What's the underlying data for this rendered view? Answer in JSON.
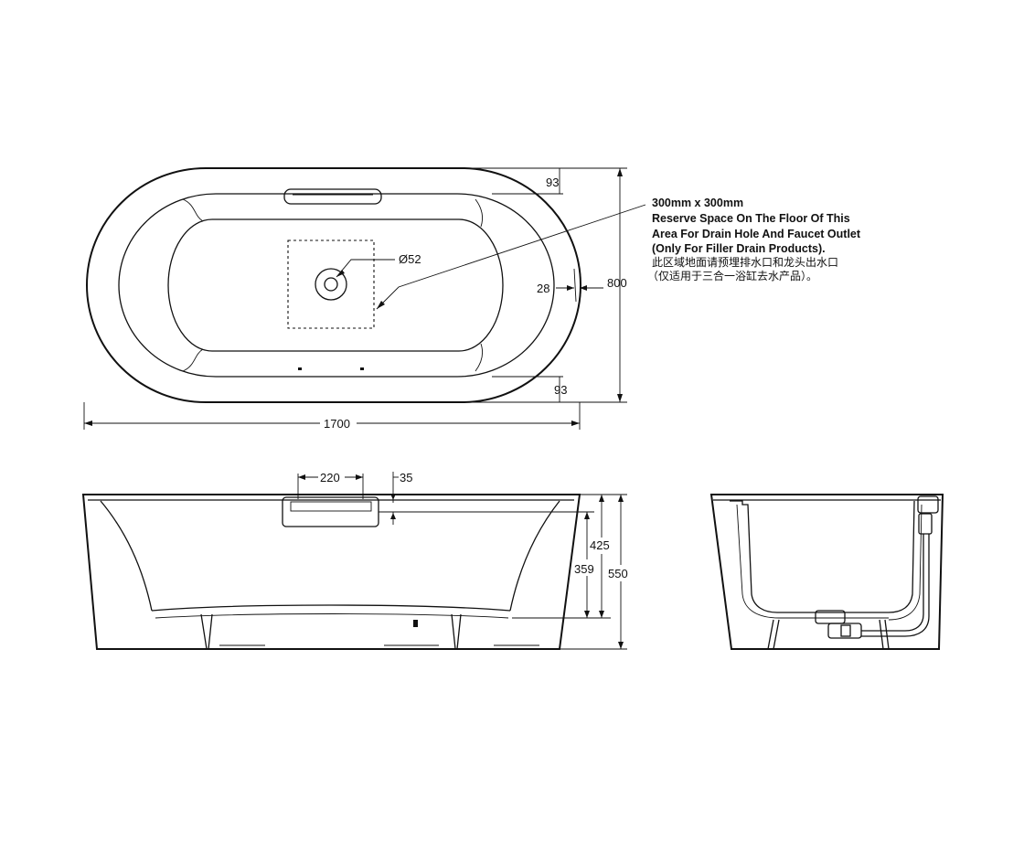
{
  "dimensions": {
    "length": "1700",
    "width": "800",
    "rim_top": "93",
    "rim_bottom": "93",
    "side_offset": "28",
    "drain_diameter": "Ø52",
    "overflow_width": "220",
    "overflow_offset": "35",
    "total_height": "550",
    "inner_depth": "425",
    "water_depth": "359"
  },
  "note": {
    "lines": [
      "300mm x 300mm",
      "Reserve Space On The Floor Of This",
      "Area For Drain Hole And Faucet Outlet",
      "(Only For Filler Drain Products)."
    ],
    "lines_cn": [
      "此区域地面请预埋排水口和龙头出水口",
      "（仅适用于三合一浴缸去水产品）。"
    ]
  }
}
